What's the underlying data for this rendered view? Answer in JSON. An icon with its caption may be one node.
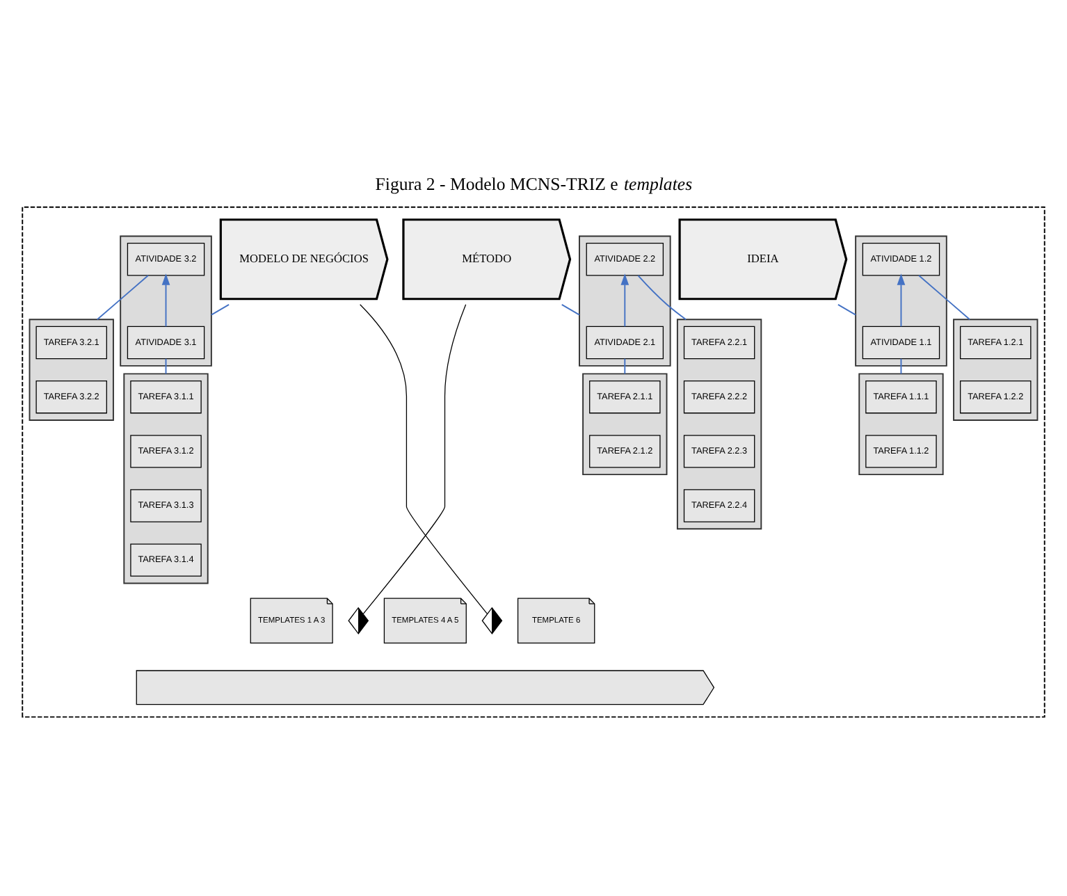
{
  "diagram": {
    "title": "Figura 2 - Modelo MCNS-TRIZ e *templates*",
    "nodes": [
      {
        "text": [],
        "shape": "box"
      },
      {
        "text": [
          "IDEIA"
        ],
        "in": 0
      },
      {
        "text": [
          "MÉTODO"
        ],
        "in": 0
      },
      {
        "text": [
          "MODELO DE NEGÓCIOS"
        ],
        "in": 0
      },
      {
        "text": [],
        "shape": "box",
        "in": 0
      },
      {
        "text": [
          "ATIVIDADE 1.1"
        ],
        "in": 4
      },
      {
        "text": [
          "ATIVIDADE 1.2"
        ],
        "in": 4
      },
      {
        "text": [],
        "shape": "box",
        "in": 0
      },
      {
        "text": [
          "ATIVIDADE 2.1"
        ],
        "in": 7
      },
      {
        "text": [
          "ATIVIDADE 2.2"
        ],
        "in": 7
      },
      {
        "text": [],
        "shape": "box",
        "in": 0
      },
      {
        "text": [
          "ATIVIDADE 3.1"
        ],
        "in": 10
      },
      {
        "text": [
          "ATIVIDADE 3.2"
        ],
        "in": 10
      },
      {
        "text": [],
        "shape": "box",
        "in": 0
      },
      {
        "text": [
          "TAREFA 1.1.1"
        ],
        "in": 13
      },
      {
        "text": [
          "TAREFA 1.1.2"
        ],
        "in": 13
      },
      {
        "text": [],
        "shape": "box",
        "in": 0
      },
      {
        "text": [
          "TAREFA 1.2.1"
        ],
        "in": 16
      },
      {
        "text": [
          "TAREFA 1.2.2"
        ],
        "in": 16
      },
      {
        "text": [],
        "shape": "box",
        "in": 0
      },
      {
        "text": [
          "TAREFA 2.1.1"
        ],
        "in": 19
      },
      {
        "text": [
          "TAREFA 2.1.2"
        ],
        "in": 19
      },
      {
        "text": [],
        "shape": "box",
        "in": 0
      },
      {
        "text": [
          "TAREFA 2.2.1"
        ],
        "in": 22
      },
      {
        "text": [
          "TAREFA 2.2.2"
        ],
        "in": 22
      },
      {
        "text": [
          "TAREFA 2.2.3"
        ],
        "in": 22
      },
      {
        "text": [
          "TAREFA 2.2.4"
        ],
        "in": 22
      },
      {
        "text": [],
        "shape": "box",
        "in": 0
      },
      {
        "text": [
          "TAREFA 3.1.1"
        ],
        "in": 27
      },
      {
        "text": [
          "TAREFA 3.1.2"
        ],
        "in": 27
      },
      {
        "text": [
          "TAREFA 3.1.3"
        ],
        "in": 27
      },
      {
        "text": [
          "TAREFA 3.1.4"
        ],
        "in": 27
      },
      {
        "text": [],
        "shape": "box",
        "in": 0
      },
      {
        "text": [
          "TAREFA 3.2.1"
        ],
        "in": 32
      },
      {
        "text": [
          "TAREFA 3.2.2"
        ],
        "in": 32
      },
      {
        "text": [
          "TEMPLATES 1 A 3"
        ],
        "in": 0
      },
      {
        "text": [],
        "shape": "diamond",
        "in": 0
      },
      {
        "text": [
          "TEMPLATES 4 A 5"
        ],
        "in": 0
      },
      {
        "text": [],
        "shape": "diamond",
        "in": 0
      },
      {
        "text": [
          "TEMPLATE 6"
        ],
        "in": 0
      },
      {
        "text": [],
        "shape": "arrow",
        "in": 0
      }
    ],
    "edges": [
      {
        "from": 1,
        "to": 4,
        "arrow": "none"
      },
      {
        "from": 2,
        "to": 7,
        "arrow": "none"
      },
      {
        "from": 3,
        "to": 10,
        "arrow": "none"
      },
      {
        "from": 5,
        "to": 6,
        "arrow": "to"
      },
      {
        "from": 8,
        "to": 9,
        "arrow": "to"
      },
      {
        "from": 11,
        "to": 12,
        "arrow": "to"
      },
      {
        "from": 5,
        "to": 13,
        "arrow": "none"
      },
      {
        "from": 6,
        "to": 16,
        "arrow": "none"
      },
      {
        "from": 8,
        "to": 19,
        "arrow": "none"
      },
      {
        "from": 9,
        "to": 22,
        "arrow": "none"
      },
      {
        "from": 11,
        "to": 27,
        "arrow": "none"
      },
      {
        "from": 12,
        "to": 32,
        "arrow": "none"
      },
      {
        "from": 2,
        "to": 36,
        "arrow": "none",
        "color": "#000000"
      },
      {
        "from": 3,
        "to": 38,
        "arrow": "none",
        "color": "#000000"
      }
    ]
  }
}
